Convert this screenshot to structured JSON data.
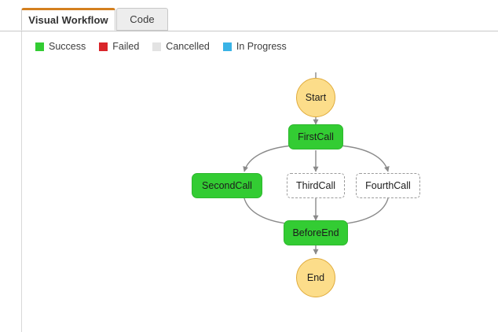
{
  "tabs": [
    {
      "id": "visual-workflow",
      "label": "Visual Workflow",
      "active": true
    },
    {
      "id": "code",
      "label": "Code",
      "active": false
    }
  ],
  "legend": {
    "items": [
      {
        "label": "Success",
        "color": "#33cc33"
      },
      {
        "label": "Failed",
        "color": "#d9252a"
      },
      {
        "label": "Cancelled",
        "color": "#e3e3e3"
      },
      {
        "label": "In Progress",
        "color": "#39b3e6"
      }
    ]
  },
  "accent_color": "#d4801f",
  "graph": {
    "edge_color": "#8a8a8a",
    "nodes": [
      {
        "id": "start",
        "label": "Start",
        "state": "terminal"
      },
      {
        "id": "firstcall",
        "label": "FirstCall",
        "state": "success"
      },
      {
        "id": "secondcall",
        "label": "SecondCall",
        "state": "success"
      },
      {
        "id": "thirdcall",
        "label": "ThirdCall",
        "state": "pending"
      },
      {
        "id": "fourthcall",
        "label": "FourthCall",
        "state": "pending"
      },
      {
        "id": "beforeend",
        "label": "BeforeEnd",
        "state": "success"
      },
      {
        "id": "end",
        "label": "End",
        "state": "terminal"
      }
    ],
    "edges": [
      {
        "from": "start",
        "to": "firstcall"
      },
      {
        "from": "firstcall",
        "to": "secondcall"
      },
      {
        "from": "firstcall",
        "to": "thirdcall"
      },
      {
        "from": "firstcall",
        "to": "fourthcall"
      },
      {
        "from": "secondcall",
        "to": "beforeend"
      },
      {
        "from": "thirdcall",
        "to": "beforeend"
      },
      {
        "from": "fourthcall",
        "to": "beforeend"
      },
      {
        "from": "beforeend",
        "to": "end"
      }
    ]
  }
}
